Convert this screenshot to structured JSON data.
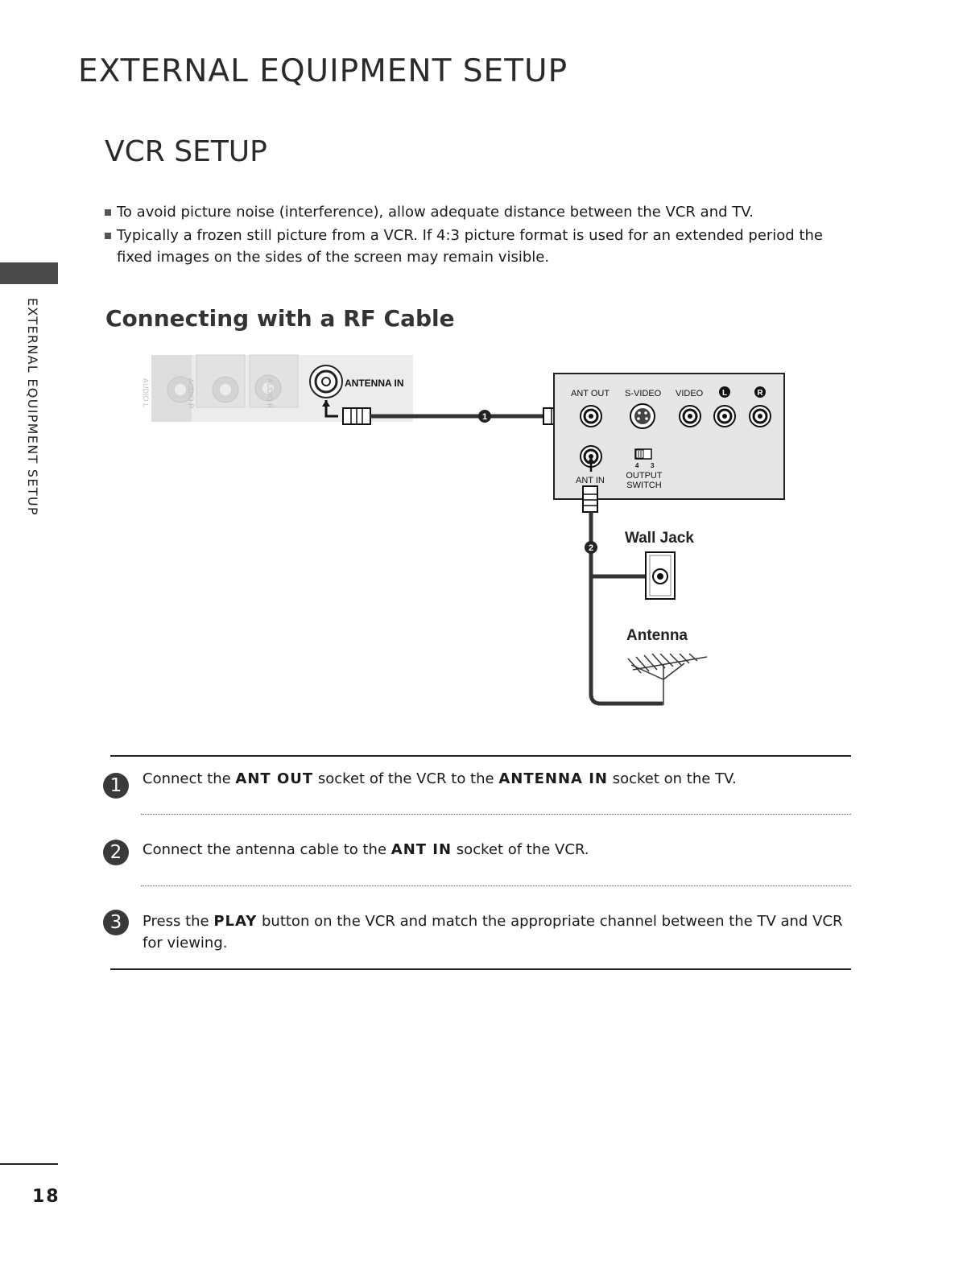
{
  "header": {
    "title": "EXTERNAL EQUIPMENT SETUP"
  },
  "section": {
    "title": "VCR SETUP"
  },
  "bullets": [
    "To avoid picture noise (interference), allow adequate distance between the VCR and TV.",
    "Typically a frozen still picture from a VCR. If 4:3 picture format is used for an extended period the fixed images on the sides of the screen may remain visible."
  ],
  "subsection": {
    "title": "Connecting with a RF Cable"
  },
  "sidebar": {
    "label": "EXTERNAL EQUIPMENT SETUP"
  },
  "diagram": {
    "tv_labels": {
      "antenna_in": "ANTENNA IN",
      "audio_l": "AUDIO L",
      "audio_r": "AUDIO R",
      "audio_r2": "AUDIO R"
    },
    "vcr_labels": {
      "ant_out": "ANT OUT",
      "s_video": "S-VIDEO",
      "video": "VIDEO",
      "l": "L",
      "r": "R",
      "ant_in": "ANT IN",
      "output": "OUTPUT",
      "switch": "SWITCH",
      "ch4": "4",
      "ch3": "3"
    },
    "markers": {
      "one": "1",
      "two": "2"
    },
    "wall_jack": "Wall Jack",
    "antenna": "Antenna"
  },
  "steps": [
    {
      "number": "1",
      "pre": "Connect the ",
      "b1": "ANT OUT",
      "mid": " socket of the VCR to the ",
      "b2": "ANTENNA IN",
      "post": " socket on the TV."
    },
    {
      "number": "2",
      "pre": "Connect the antenna cable to the ",
      "b1": "ANT IN",
      "post": " socket of the VCR."
    },
    {
      "number": "3",
      "pre": "Press the ",
      "b1": "PLAY",
      "post": " button on the VCR and match the appropriate channel between the TV and VCR for viewing."
    }
  ],
  "footer": {
    "page_number": "18"
  }
}
